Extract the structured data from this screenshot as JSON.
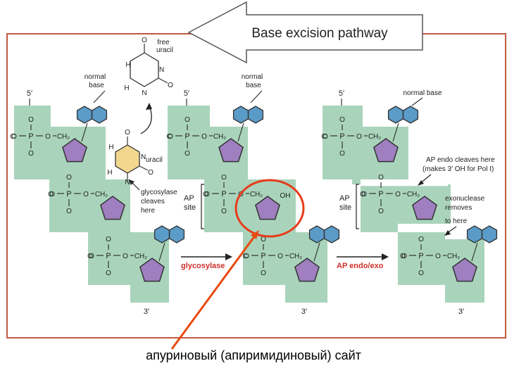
{
  "header": {
    "title": "Base excision pathway"
  },
  "colors": {
    "backbone": "#a9d4bb",
    "panel_border": "#c05a40",
    "sugar": "#9f7fbf",
    "base": "#5b9bc8",
    "uracil": "#f2d88e",
    "highlight": "#e83a1c",
    "arrow": "#e84a10"
  },
  "labels": {
    "five_prime": "5′",
    "three_prime": "3′",
    "normal_base": [
      "normal",
      "base"
    ],
    "normal_base_inline": "normal base",
    "free_uracil": [
      "free",
      "uracil"
    ],
    "uracil": "uracil",
    "glycosylase_cleaves": [
      "glycosylase",
      "cleaves",
      "here"
    ],
    "ap_site": [
      "AP",
      "site"
    ],
    "glycosylase_step": "glycosylase",
    "ap_endo_step": "AP endo/exo",
    "ap_endo_cleaves": [
      "AP endo cleaves here",
      "(makes 3′ OH for Pol I)"
    ],
    "exonuclease_removes": [
      "exonuclease",
      "removes",
      "to here"
    ],
    "oh": "OH",
    "ch2": "CH₂",
    "o": "O",
    "p": "P",
    "c": "C",
    "h": "H",
    "n": "N"
  },
  "footer": {
    "caption": "апуриновый (апиримидиновый) сайт"
  }
}
